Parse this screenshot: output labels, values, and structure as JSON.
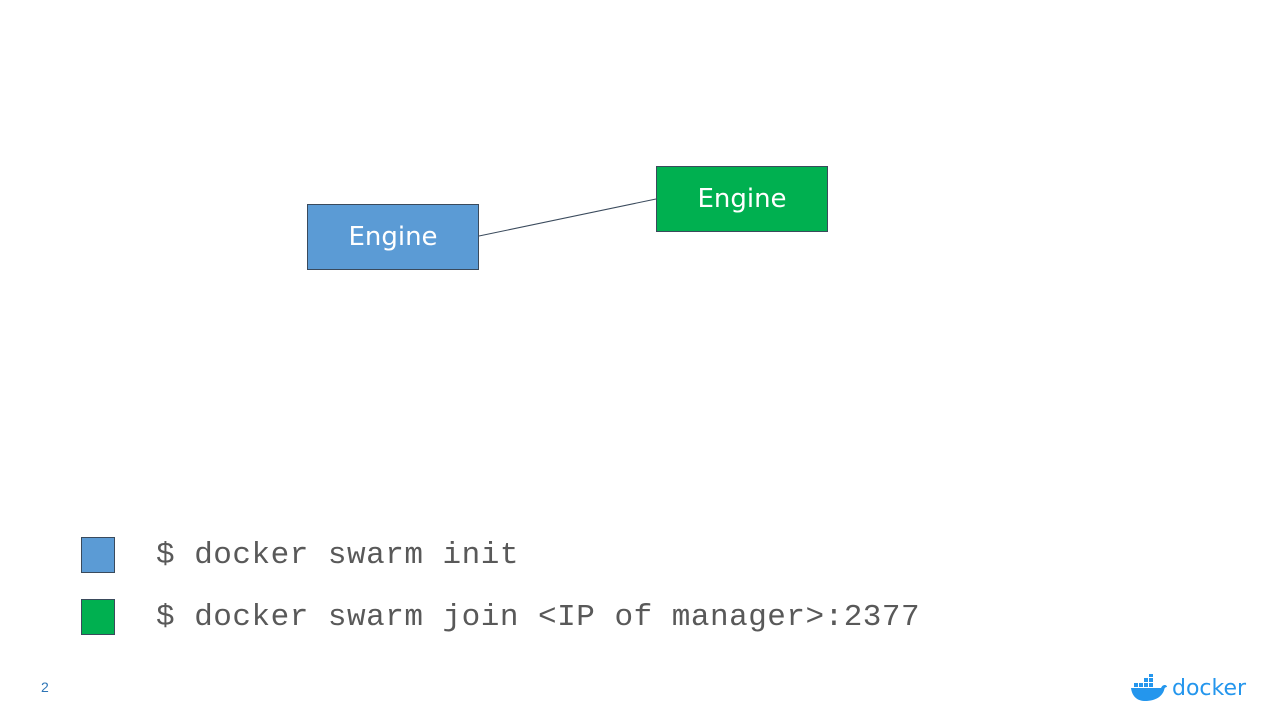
{
  "diagram": {
    "nodes": [
      {
        "id": "manager",
        "label": "Engine",
        "color": "#5b9bd5"
      },
      {
        "id": "worker",
        "label": "Engine",
        "color": "#00b050"
      }
    ],
    "edges": [
      {
        "from": "manager",
        "to": "worker"
      }
    ]
  },
  "legend": [
    {
      "color": "#5b9bd5",
      "command": "$ docker swarm init"
    },
    {
      "color": "#00b050",
      "command": "$ docker swarm join <IP of manager>:2377"
    }
  ],
  "footer": {
    "page_number": "2",
    "page_number_color": "#2e75b6",
    "logo_text": "docker",
    "logo_color": "#2496ed",
    "logo_icon": "docker-whale-icon"
  }
}
